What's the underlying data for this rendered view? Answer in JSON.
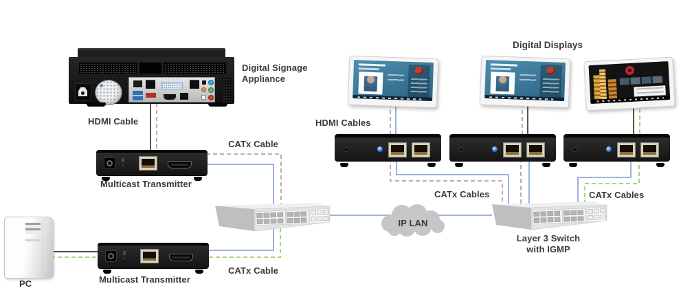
{
  "colors": {
    "cable_blue": "#8fa9d9",
    "cable_green": "#a6d480",
    "cable_gray": "#9c9c9c",
    "cable_black": "#4b4b4b",
    "label_text": "#3a3a3a",
    "cloud_fill": "#c6c6c6",
    "led_blue": "#2f7fd6",
    "heart_red": "#c63a2f"
  },
  "nodes": {
    "appliance_label": "Digital Signage Appliance",
    "pc_label": "PC",
    "transmitter_top_label": "Multicast Transmitter",
    "transmitter_bottom_label": "Multicast Transmitter",
    "ip_lan_label": "IP LAN",
    "digital_displays_label": "Digital Displays",
    "layer3_switch_label_line1": "Layer 3 Switch",
    "layer3_switch_label_line2": "with IGMP"
  },
  "cables": {
    "hdmi_cable_label": "HDMI Cable",
    "hdmi_cables_label": "HDMI Cables",
    "catx_cable_top_label": "CATx Cable",
    "catx_cable_bottom_label": "CATx Cable",
    "catx_cables_left_label": "CATx Cables",
    "catx_cables_right_label": "CATx Cables"
  }
}
